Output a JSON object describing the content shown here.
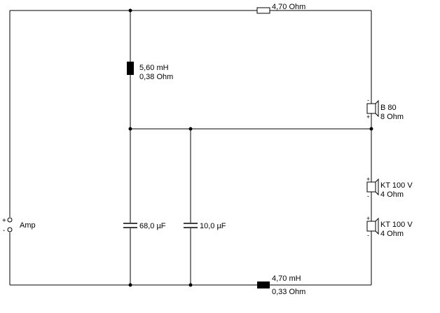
{
  "components": {
    "r_top": {
      "value": "4,70 Ohm"
    },
    "l_shunt": {
      "inductance": "5,60 mH",
      "resistance": "0,38 Ohm"
    },
    "spk_b80": {
      "name": "B 80",
      "impedance": "8 Ohm"
    },
    "spk_kt1": {
      "name": "KT 100 V",
      "impedance": "4 Ohm"
    },
    "spk_kt2": {
      "name": "KT 100 V",
      "impedance": "4 Ohm"
    },
    "c1": {
      "value": "68,0 µF"
    },
    "c2": {
      "value": "10,0 µF"
    },
    "l_series": {
      "inductance": "4,70 mH",
      "resistance": "0,33 Ohm"
    },
    "amp": {
      "label": "Amp",
      "plus": "+",
      "minus": "-"
    },
    "polarity": {
      "plus": "+",
      "minus": "-"
    }
  }
}
